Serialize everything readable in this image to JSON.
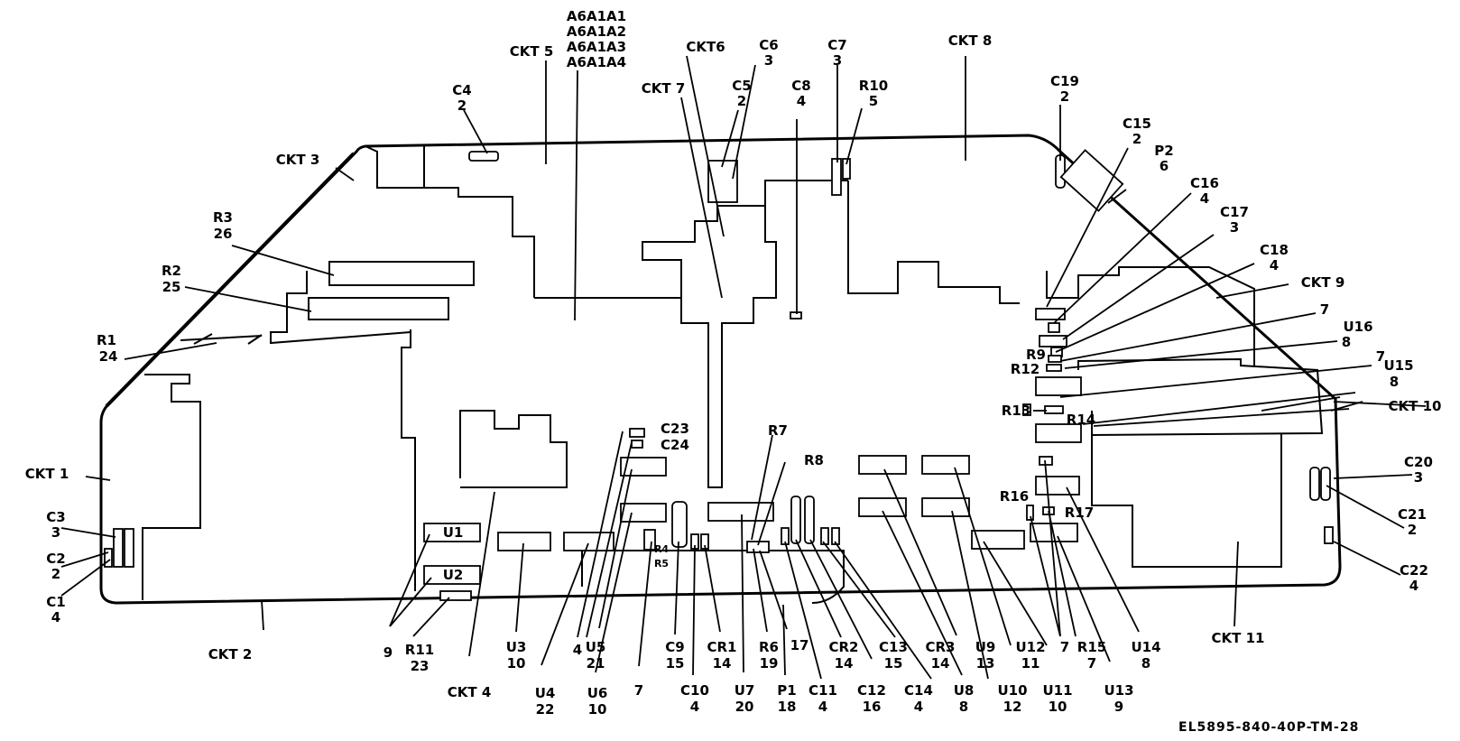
{
  "labels": {
    "assy": [
      "A6A1A1",
      "A6A1A2",
      "A6A1A3",
      "A6A1A4"
    ],
    "ckt1": "CKT 1",
    "ckt2": "CKT 2",
    "ckt3": "CKT 3",
    "ckt4": "CKT 4",
    "ckt5": "CKT 5",
    "ckt6": "CKT6",
    "ckt7": "CKT 7",
    "ckt8": "CKT 8",
    "ckt9": "CKT 9",
    "ckt10": "CKT 10",
    "ckt11": "CKT 11",
    "c1": "C1",
    "c1n": "4",
    "c2": "C2",
    "c2n": "2",
    "c3": "C3",
    "c3n": "3",
    "c4": "C4",
    "c4n": "2",
    "c5": "C5",
    "c5n": "2",
    "c6": "C6",
    "c6n": "3",
    "c7": "C7",
    "c7n": "3",
    "c8": "C8",
    "c8n": "4",
    "r10": "R10",
    "r10n": "5",
    "c19": "C19",
    "c19n": "2",
    "c15": "C15",
    "c15n": "2",
    "p2": "P2",
    "p2n": "6",
    "c16": "C16",
    "c16n": "4",
    "c17": "C17",
    "c17n": "3",
    "c18": "C18",
    "c18n": "4",
    "n7a": "7",
    "r9": "R9",
    "r12": "R12",
    "u16": "U16",
    "u16n": "8",
    "n7b": "7",
    "u15": "U15",
    "u15n": "8",
    "r13": "R13",
    "r14": "R14",
    "c20": "C20",
    "c20n": "3",
    "c21": "C21",
    "c21n": "2",
    "c22": "C22",
    "c22n": "4",
    "r16": "R16",
    "r17": "R17",
    "r3": "R3",
    "r3n": "26",
    "r2": "R2",
    "r2n": "25",
    "r1": "R1",
    "r1n": "24",
    "u1": "U1",
    "u2": "U2",
    "c23": "C23",
    "c24": "C24",
    "r7": "R7",
    "r8": "R8",
    "r4": "R4",
    "r5": "R5",
    "n9": "9",
    "r11": "R11",
    "r11n": "23",
    "u3": "U3",
    "u3n": "10",
    "u4": "U4",
    "u4n": "22",
    "n4": "4",
    "u5": "U5",
    "u5n": "21",
    "u6": "U6",
    "u6n": "10",
    "n7c": "7",
    "c9": "C9",
    "c9n": "15",
    "c10": "C10",
    "c10n": "4",
    "cr1": "CR1",
    "cr1n": "14",
    "u7": "U7",
    "u7n": "20",
    "r6": "R6",
    "r6n": "19",
    "p1": "P1",
    "p1n": "18",
    "n17": "17",
    "c11": "C11",
    "c11n": "4",
    "cr2": "CR2",
    "cr2n": "14",
    "c12": "C12",
    "c12n": "16",
    "c13": "C13",
    "c13n": "15",
    "c14": "C14",
    "c14n": "4",
    "cr3": "CR3",
    "cr3n": "14",
    "u8": "U8",
    "u8n": "8",
    "u9": "U9",
    "u9n": "13",
    "u10": "U10",
    "u10n": "12",
    "u12": "U12",
    "u12n": "11",
    "u11": "U11",
    "u11n": "10",
    "n7d": "7",
    "r15": "R15",
    "r15n": "7",
    "u13": "U13",
    "u13n": "9",
    "u14": "U14",
    "u14n": "8",
    "figure_id": "EL5895-840-40P-TM-28"
  }
}
